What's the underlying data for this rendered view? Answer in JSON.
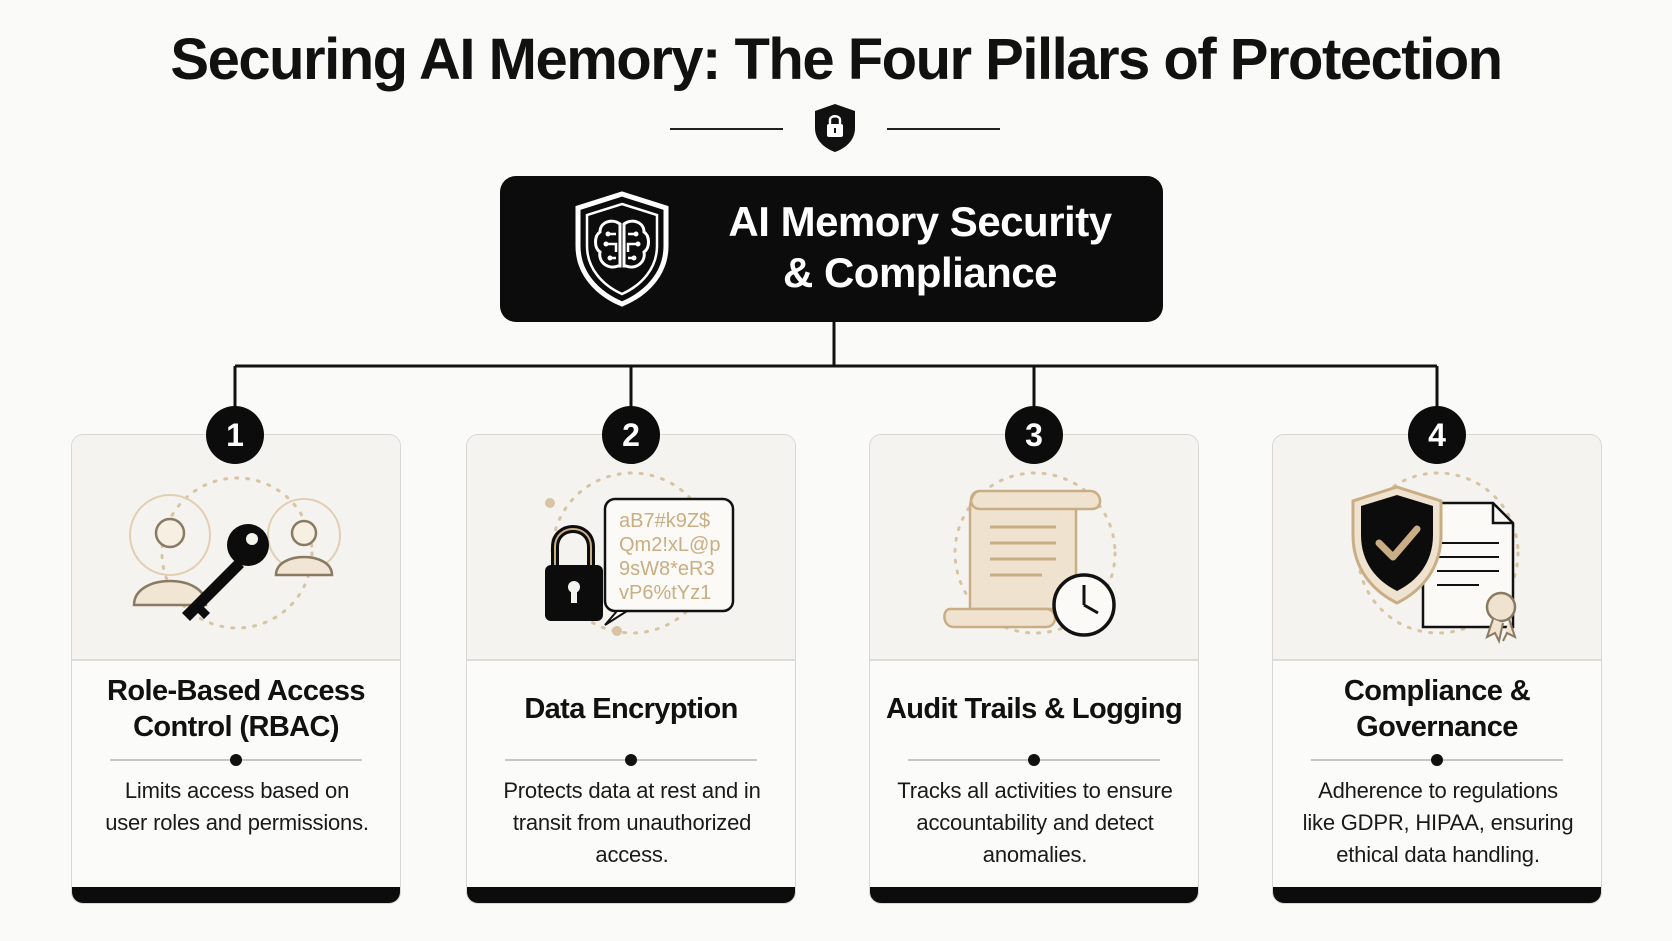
{
  "title": "Securing AI Memory: The Four Pillars of Protection",
  "root": {
    "line1": "AI Memory Security",
    "line2": "& Compliance"
  },
  "pillars": [
    {
      "number": "1",
      "title_lines": [
        "Role-Based Access",
        "Control (RBAC)"
      ],
      "desc_lines": [
        "Limits access based on",
        "user roles and permissions."
      ],
      "icon": "users-key-icon"
    },
    {
      "number": "2",
      "title_lines": [
        "Data Encryption"
      ],
      "desc_lines": [
        "Protects data at rest and in",
        "transit from unauthorized",
        "access."
      ],
      "icon": "padlock-cipher-icon",
      "cipher_lines": [
        "aB7#k9Z$",
        "Qm2!xL@p",
        "9sW8*eR3",
        "vP6%tYz1"
      ]
    },
    {
      "number": "3",
      "title_lines": [
        "Audit Trails & Logging"
      ],
      "desc_lines": [
        "Tracks all activities to ensure",
        "accountability and detect",
        "anomalies."
      ],
      "icon": "scroll-clock-icon"
    },
    {
      "number": "4",
      "title_lines": [
        "Compliance &",
        "Governance"
      ],
      "desc_lines": [
        "Adherence to regulations",
        "like GDPR, HIPAA, ensuring",
        "ethical data handling."
      ],
      "icon": "shield-document-icon"
    }
  ],
  "colors": {
    "dark": "#0c0c0c",
    "accent_tan": "#c9ad84",
    "card_bg": "#f4f3f0"
  }
}
